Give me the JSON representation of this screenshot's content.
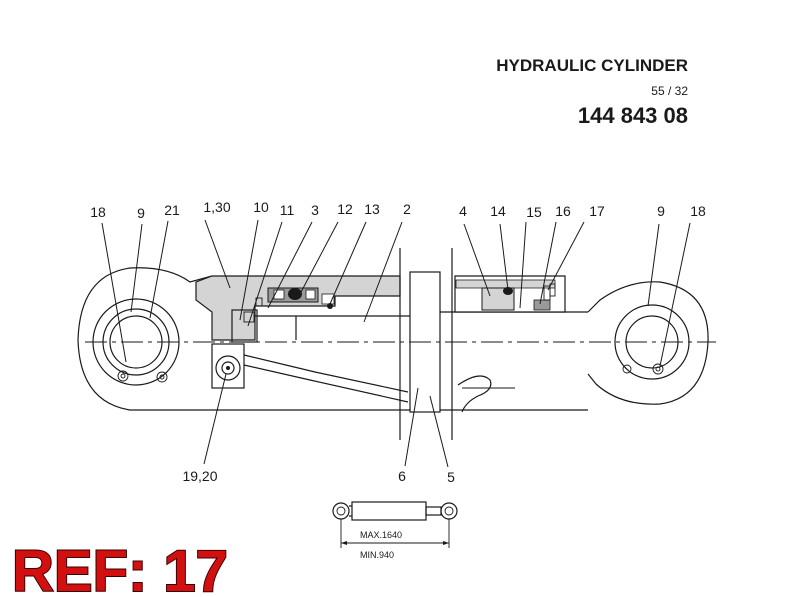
{
  "header": {
    "title": "HYDRAULIC CYLINDER",
    "page": "55 / 32",
    "part_number": "144 843 08"
  },
  "callouts": [
    "18",
    "9",
    "21",
    "1,30",
    "10",
    "11",
    "3",
    "12",
    "13",
    "2",
    "4",
    "14",
    "15",
    "16",
    "17",
    "9",
    "18",
    "19,20",
    "6",
    "5"
  ],
  "stroke_diagram": {
    "max_label": "MAX.1640",
    "min_label": "MIN.940"
  },
  "ref_badge": {
    "text": "REF: 17",
    "color": "#d21010"
  },
  "colors": {
    "line": "#1a1a1a",
    "housing_fill": "#d4d4d4",
    "seal_fill": "#9a9a9a"
  }
}
